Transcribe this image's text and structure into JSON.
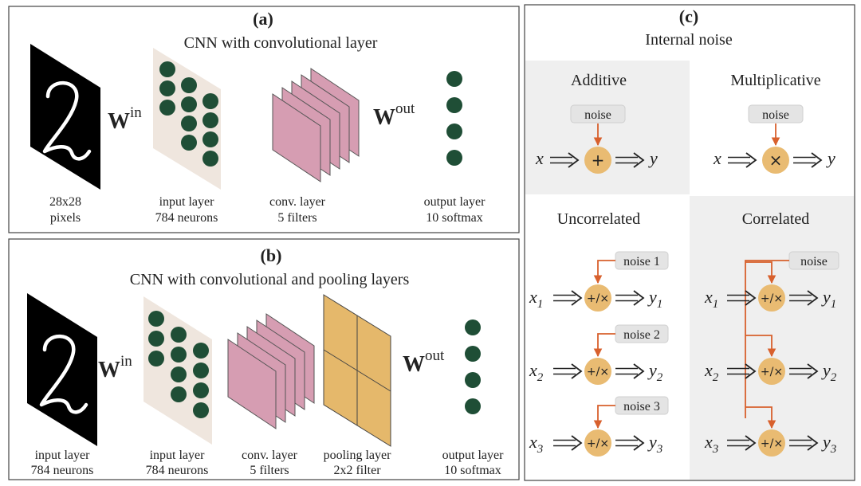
{
  "panel_a": {
    "letter": "(a)",
    "title": "CNN with convolutional layer",
    "w_in": {
      "base": "W",
      "sup": "in"
    },
    "w_out": {
      "base": "W",
      "sup": "out"
    },
    "labels": [
      {
        "line1": "28x28",
        "line2": "pixels"
      },
      {
        "line1": "input layer",
        "line2": "784 neurons"
      },
      {
        "line1": "conv. layer",
        "line2": "5 filters"
      },
      {
        "line1": "output layer",
        "line2": "10 softmax"
      }
    ]
  },
  "panel_b": {
    "letter": "(b)",
    "title": "CNN with convolutional and pooling layers",
    "w_in": {
      "base": "W",
      "sup": "in"
    },
    "w_out": {
      "base": "W",
      "sup": "out"
    },
    "labels": [
      {
        "line1": "input layer",
        "line2": "784 neurons"
      },
      {
        "line1": "input layer",
        "line2": "784 neurons"
      },
      {
        "line1": "conv. layer",
        "line2": "5 filters"
      },
      {
        "line1": "pooling layer",
        "line2": "2x2 filter"
      },
      {
        "line1": "output layer",
        "line2": "10 softmax"
      }
    ]
  },
  "panel_c": {
    "letter": "(c)",
    "title": "Internal noise",
    "additive": {
      "title": "Additive",
      "noise": "noise",
      "op": "+",
      "x": "x",
      "y": "y"
    },
    "multiplicative": {
      "title": "Multiplicative",
      "noise": "noise",
      "op": "×",
      "x": "x",
      "y": "y"
    },
    "uncorrelated": {
      "title": "Uncorrelated",
      "op": "+/×",
      "rows": [
        {
          "noise": "noise 1",
          "x": "x",
          "xs": "1",
          "y": "y",
          "ys": "1"
        },
        {
          "noise": "noise 2",
          "x": "x",
          "xs": "2",
          "y": "y",
          "ys": "2"
        },
        {
          "noise": "noise 3",
          "x": "x",
          "xs": "3",
          "y": "y",
          "ys": "3"
        }
      ]
    },
    "correlated": {
      "title": "Correlated",
      "noise": "noise",
      "op": "+/×",
      "rows": [
        {
          "x": "x",
          "xs": "1",
          "y": "y",
          "ys": "1"
        },
        {
          "x": "x",
          "xs": "2",
          "y": "y",
          "ys": "2"
        },
        {
          "x": "x",
          "xs": "3",
          "y": "y",
          "ys": "3"
        }
      ]
    }
  },
  "colors": {
    "neuron": "#1f4e36",
    "plane": "#efe6de",
    "filter": "#d69db2",
    "pool": "#e5b86b",
    "node": "#e9bb72",
    "arrow": "#d8602d",
    "noise_box": "#e4e4e4",
    "cell_shade": "#efefef"
  }
}
